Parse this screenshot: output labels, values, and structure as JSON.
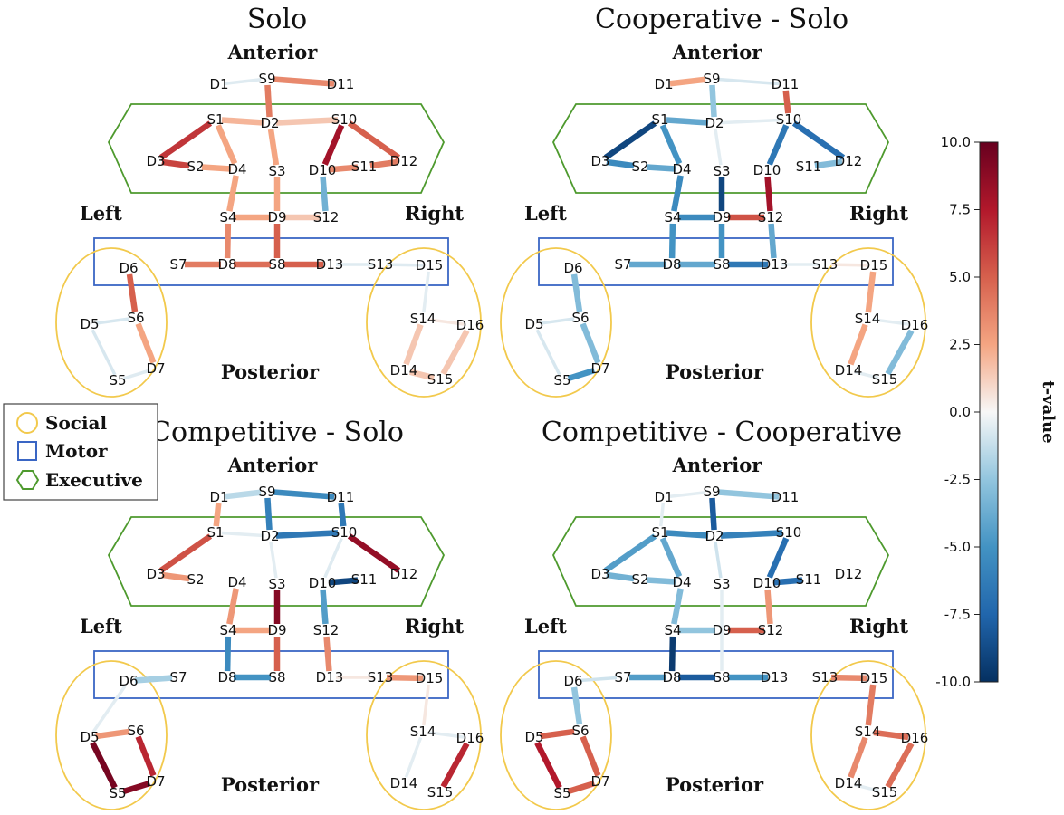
{
  "labels": {
    "anterior": "Anterior",
    "posterior": "Posterior",
    "left": "Left",
    "right": "Right"
  },
  "legend": {
    "items": [
      {
        "shape": "circle",
        "label": "Social",
        "color": "#f2c94c"
      },
      {
        "shape": "square",
        "label": "Motor",
        "color": "#3a66c4"
      },
      {
        "shape": "hexagon",
        "label": "Executive",
        "color": "#4e9a2e"
      }
    ]
  },
  "colorbar": {
    "label": "t-value",
    "min": -10,
    "max": 10,
    "ticks": [
      "10.0",
      "7.5",
      "5.0",
      "2.5",
      "0.0",
      "-2.5",
      "-5.0",
      "-7.5",
      "-10.0"
    ]
  },
  "nodes": [
    "S9",
    "D1",
    "D11",
    "S1",
    "D2",
    "S10",
    "D3",
    "S2",
    "D4",
    "S3",
    "D10",
    "S11",
    "D12",
    "S4",
    "D9",
    "S12",
    "S7",
    "D8",
    "S8",
    "D13",
    "S13",
    "D15",
    "D6",
    "D5",
    "S6",
    "D7",
    "S5",
    "S14",
    "D16",
    "D14",
    "S15"
  ],
  "chart_data": {
    "type": "network",
    "panels": [
      {
        "title": "Solo",
        "edges": [
          {
            "a": "D1",
            "b": "S9",
            "t": -0.6
          },
          {
            "a": "S9",
            "b": "D11",
            "t": 3.5
          },
          {
            "a": "S9",
            "b": "D2",
            "t": 4.0
          },
          {
            "a": "S1",
            "b": "D2",
            "t": 2.0
          },
          {
            "a": "D2",
            "b": "S10",
            "t": 1.5
          },
          {
            "a": "S1",
            "b": "D3",
            "t": 6.5
          },
          {
            "a": "D3",
            "b": "S2",
            "t": 6.0
          },
          {
            "a": "S2",
            "b": "D4",
            "t": 2.5
          },
          {
            "a": "S1",
            "b": "D4",
            "t": 2.5
          },
          {
            "a": "D2",
            "b": "S3",
            "t": 2.5
          },
          {
            "a": "S10",
            "b": "D12",
            "t": 5.0
          },
          {
            "a": "D12",
            "b": "S11",
            "t": 4.0
          },
          {
            "a": "S11",
            "b": "D10",
            "t": 3.5
          },
          {
            "a": "S10",
            "b": "D10",
            "t": 8.0
          },
          {
            "a": "D10",
            "b": "S12",
            "t": -3.5
          },
          {
            "a": "S12",
            "b": "D9",
            "t": 1.5
          },
          {
            "a": "D9",
            "b": "S4",
            "t": 2.5
          },
          {
            "a": "S3",
            "b": "D9",
            "t": 2.5
          },
          {
            "a": "D4",
            "b": "S4",
            "t": 2.5
          },
          {
            "a": "S4",
            "b": "D8",
            "t": 3.5
          },
          {
            "a": "D9",
            "b": "S8",
            "t": 5.0
          },
          {
            "a": "S7",
            "b": "D8",
            "t": 4.0
          },
          {
            "a": "D8",
            "b": "S8",
            "t": 4.5
          },
          {
            "a": "S8",
            "b": "D13",
            "t": 5.0
          },
          {
            "a": "D13",
            "b": "S13",
            "t": -0.6
          },
          {
            "a": "S13",
            "b": "D15",
            "t": -0.6
          },
          {
            "a": "D6",
            "b": "S6",
            "t": 5.0
          },
          {
            "a": "S6",
            "b": "D7",
            "t": 2.5
          },
          {
            "a": "D5",
            "b": "S6",
            "t": -0.8
          },
          {
            "a": "D5",
            "b": "S5",
            "t": -0.8
          },
          {
            "a": "S5",
            "b": "D7",
            "t": -0.6
          },
          {
            "a": "D15",
            "b": "S14",
            "t": -0.5
          },
          {
            "a": "S14",
            "b": "D16",
            "t": 0.5
          },
          {
            "a": "S14",
            "b": "D14",
            "t": 1.5
          },
          {
            "a": "D14",
            "b": "S15",
            "t": 1.5
          },
          {
            "a": "S15",
            "b": "D16",
            "t": 1.5
          }
        ]
      },
      {
        "title": "Cooperative - Solo",
        "edges": [
          {
            "a": "D1",
            "b": "S9",
            "t": 2.5
          },
          {
            "a": "S9",
            "b": "D11",
            "t": -0.8
          },
          {
            "a": "S9",
            "b": "D2",
            "t": -2.5
          },
          {
            "a": "S1",
            "b": "D2",
            "t": -4.0
          },
          {
            "a": "D2",
            "b": "S10",
            "t": -0.5
          },
          {
            "a": "D11",
            "b": "S10",
            "t": 5.0
          },
          {
            "a": "S1",
            "b": "D3",
            "t": -9.0
          },
          {
            "a": "D3",
            "b": "S2",
            "t": -5.5
          },
          {
            "a": "S2",
            "b": "D4",
            "t": -4.0
          },
          {
            "a": "S1",
            "b": "D4",
            "t": -5.0
          },
          {
            "a": "D2",
            "b": "S3",
            "t": -0.5
          },
          {
            "a": "S10",
            "b": "D12",
            "t": -7.0
          },
          {
            "a": "D12",
            "b": "S11",
            "t": -3.0
          },
          {
            "a": "S10",
            "b": "D10",
            "t": -6.5
          },
          {
            "a": "D10",
            "b": "S12",
            "t": 8.0
          },
          {
            "a": "S12",
            "b": "D9",
            "t": 5.5
          },
          {
            "a": "D9",
            "b": "S4",
            "t": -5.5
          },
          {
            "a": "S3",
            "b": "D9",
            "t": -9.0
          },
          {
            "a": "D4",
            "b": "S4",
            "t": -5.5
          },
          {
            "a": "S4",
            "b": "D8",
            "t": -5.0
          },
          {
            "a": "D9",
            "b": "S8",
            "t": -5.0
          },
          {
            "a": "S7",
            "b": "D8",
            "t": -4.0
          },
          {
            "a": "D8",
            "b": "S8",
            "t": -4.0
          },
          {
            "a": "S8",
            "b": "D13",
            "t": -6.5
          },
          {
            "a": "D13",
            "b": "S12",
            "t": -4.0
          },
          {
            "a": "D13",
            "b": "S13",
            "t": -0.5
          },
          {
            "a": "S13",
            "b": "D15",
            "t": 0.5
          },
          {
            "a": "D6",
            "b": "S6",
            "t": -3.0
          },
          {
            "a": "S6",
            "b": "D7",
            "t": -3.0
          },
          {
            "a": "D5",
            "b": "S6",
            "t": -0.8
          },
          {
            "a": "D5",
            "b": "S5",
            "t": -0.8
          },
          {
            "a": "S5",
            "b": "D7",
            "t": -5.0
          },
          {
            "a": "D15",
            "b": "S14",
            "t": 2.5
          },
          {
            "a": "S14",
            "b": "D16",
            "t": -0.5
          },
          {
            "a": "S14",
            "b": "D14",
            "t": 2.5
          },
          {
            "a": "D14",
            "b": "S15",
            "t": -0.5
          },
          {
            "a": "S15",
            "b": "D16",
            "t": -3.0
          }
        ]
      },
      {
        "title": "Competitive - Solo",
        "edges": [
          {
            "a": "D1",
            "b": "S9",
            "t": -1.5
          },
          {
            "a": "S9",
            "b": "D11",
            "t": -5.5
          },
          {
            "a": "S9",
            "b": "D2",
            "t": -6.0
          },
          {
            "a": "D1",
            "b": "S1",
            "t": 2.5
          },
          {
            "a": "S1",
            "b": "D2",
            "t": -0.5
          },
          {
            "a": "D2",
            "b": "S10",
            "t": -6.5
          },
          {
            "a": "D11",
            "b": "S10",
            "t": -6.5
          },
          {
            "a": "S1",
            "b": "D3",
            "t": 5.5
          },
          {
            "a": "D3",
            "b": "S2",
            "t": 3.0
          },
          {
            "a": "D2",
            "b": "S3",
            "t": -0.5
          },
          {
            "a": "S10",
            "b": "D12",
            "t": 8.5
          },
          {
            "a": "S10",
            "b": "D10",
            "t": -0.6
          },
          {
            "a": "D10",
            "b": "S11",
            "t": -9.0
          },
          {
            "a": "D10",
            "b": "S12",
            "t": -4.5
          },
          {
            "a": "D4",
            "b": "S4",
            "t": 3.0
          },
          {
            "a": "S4",
            "b": "D9",
            "t": 2.5
          },
          {
            "a": "S3",
            "b": "D9",
            "t": 9.0
          },
          {
            "a": "D9",
            "b": "S8",
            "t": 5.0
          },
          {
            "a": "S4",
            "b": "D8",
            "t": -5.5
          },
          {
            "a": "D8",
            "b": "S8",
            "t": -5.0
          },
          {
            "a": "S12",
            "b": "D13",
            "t": 3.5
          },
          {
            "a": "S7",
            "b": "D6",
            "t": -2.0
          },
          {
            "a": "D13",
            "b": "S13",
            "t": 0.5
          },
          {
            "a": "S13",
            "b": "D15",
            "t": 3.0
          },
          {
            "a": "D6",
            "b": "D5",
            "t": -0.5
          },
          {
            "a": "D5",
            "b": "S6",
            "t": 3.0
          },
          {
            "a": "S6",
            "b": "D7",
            "t": 7.0
          },
          {
            "a": "D5",
            "b": "S5",
            "t": 9.5
          },
          {
            "a": "S5",
            "b": "D7",
            "t": 9.0
          },
          {
            "a": "D15",
            "b": "S14",
            "t": 0.5
          },
          {
            "a": "S14",
            "b": "D16",
            "t": -0.5
          },
          {
            "a": "S14",
            "b": "D14",
            "t": -0.5
          },
          {
            "a": "D16",
            "b": "S15",
            "t": 7.0
          }
        ]
      },
      {
        "title": "Competitive - Cooperative",
        "edges": [
          {
            "a": "D1",
            "b": "S9",
            "t": -0.5
          },
          {
            "a": "S9",
            "b": "D11",
            "t": -2.5
          },
          {
            "a": "S9",
            "b": "D2",
            "t": -8.0
          },
          {
            "a": "D1",
            "b": "S1",
            "t": -0.5
          },
          {
            "a": "S1",
            "b": "D2",
            "t": -5.5
          },
          {
            "a": "D2",
            "b": "S10",
            "t": -6.0
          },
          {
            "a": "S1",
            "b": "D3",
            "t": -4.5
          },
          {
            "a": "D3",
            "b": "S2",
            "t": -3.5
          },
          {
            "a": "S2",
            "b": "D4",
            "t": -3.0
          },
          {
            "a": "S1",
            "b": "D4",
            "t": -4.0
          },
          {
            "a": "D2",
            "b": "S3",
            "t": -1.0
          },
          {
            "a": "S10",
            "b": "D10",
            "t": -7.0
          },
          {
            "a": "D10",
            "b": "S11",
            "t": -7.0
          },
          {
            "a": "D4",
            "b": "S4",
            "t": -3.0
          },
          {
            "a": "D10",
            "b": "S12",
            "t": 3.0
          },
          {
            "a": "S4",
            "b": "D9",
            "t": -2.5
          },
          {
            "a": "D9",
            "b": "S12",
            "t": 5.0
          },
          {
            "a": "S4",
            "b": "D8",
            "t": -9.5
          },
          {
            "a": "S7",
            "b": "D8",
            "t": -4.5
          },
          {
            "a": "D8",
            "b": "S8",
            "t": -8.0
          },
          {
            "a": "S8",
            "b": "D13",
            "t": -5.0
          },
          {
            "a": "S3",
            "b": "S8",
            "t": -0.5
          },
          {
            "a": "S13",
            "b": "D15",
            "t": 3.5
          },
          {
            "a": "D6",
            "b": "S6",
            "t": -2.5
          },
          {
            "a": "D6",
            "b": "S7",
            "t": -1.0
          },
          {
            "a": "D5",
            "b": "S6",
            "t": 5.0
          },
          {
            "a": "S6",
            "b": "D7",
            "t": 5.0
          },
          {
            "a": "D5",
            "b": "S5",
            "t": 7.5
          },
          {
            "a": "S5",
            "b": "D7",
            "t": 5.0
          },
          {
            "a": "D15",
            "b": "S14",
            "t": 4.0
          },
          {
            "a": "S14",
            "b": "D16",
            "t": 4.5
          },
          {
            "a": "S14",
            "b": "D14",
            "t": 3.5
          },
          {
            "a": "D16",
            "b": "S15",
            "t": 4.5
          },
          {
            "a": "D14",
            "b": "S15",
            "t": -0.5
          }
        ]
      }
    ]
  }
}
